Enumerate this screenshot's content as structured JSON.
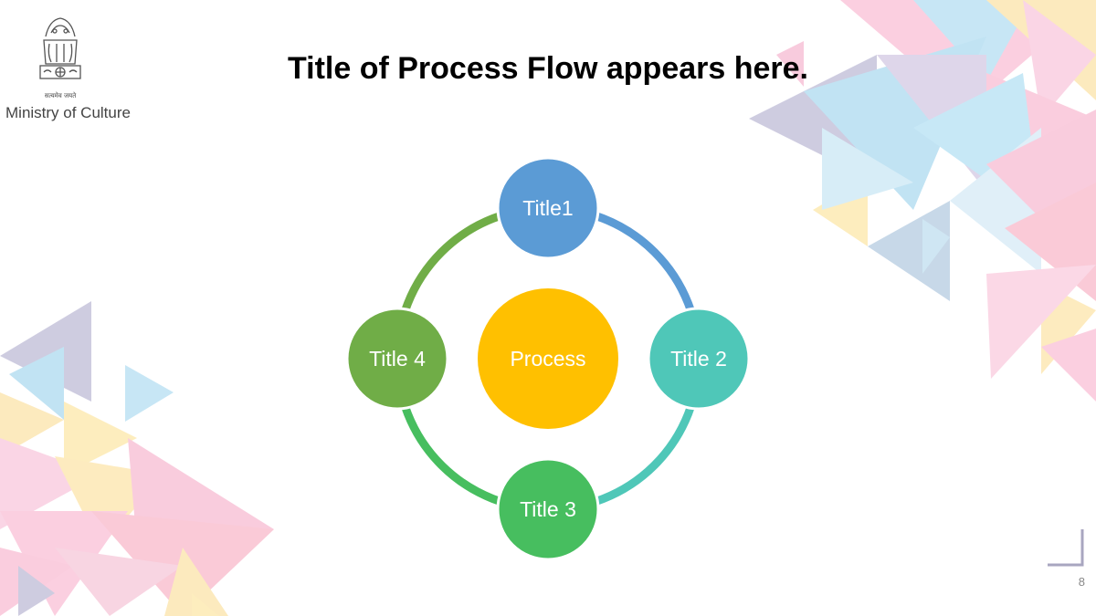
{
  "slide": {
    "title": "Title of Process Flow appears here.",
    "page_number": "8"
  },
  "header": {
    "emblem_motto": "सत्यमेव जयते",
    "ministry": "Ministry of Culture"
  },
  "diagram": {
    "center": {
      "label": "Process",
      "color": "#FFC000"
    },
    "nodes": [
      {
        "label": "Title1",
        "color": "#5B9BD5"
      },
      {
        "label": "Title 2",
        "color": "#4FC7B8"
      },
      {
        "label": "Title 3",
        "color": "#47BE5F"
      },
      {
        "label": "Title 4",
        "color": "#70AD47"
      }
    ],
    "ring_colors": [
      "#5B9BD5",
      "#4FC7B8",
      "#47BE5F",
      "#70AD47"
    ]
  }
}
